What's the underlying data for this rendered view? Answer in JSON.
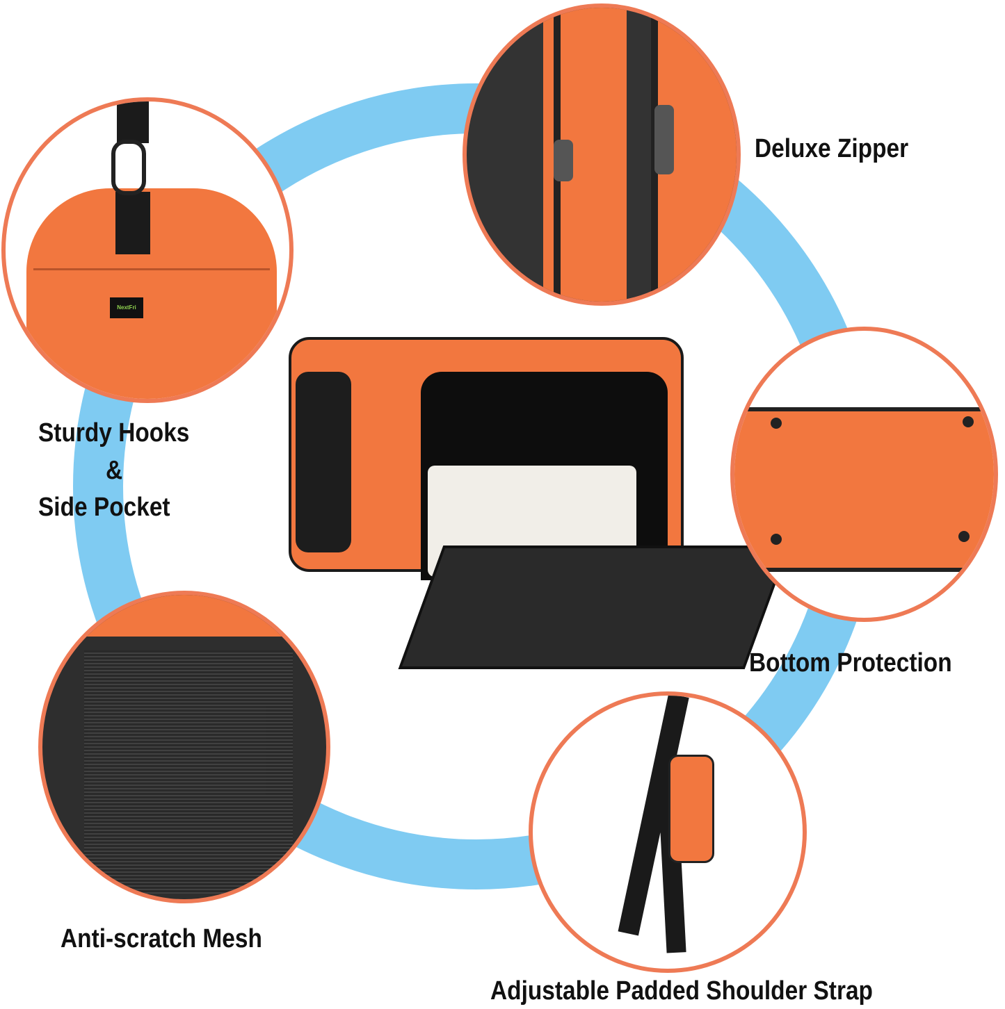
{
  "labels": {
    "zipper": "Deluxe Zipper",
    "hooks_line1": "Sturdy Hooks",
    "hooks_amp": "&",
    "hooks_line2": "Side Pocket",
    "bottom": "Bottom Protection",
    "mesh": "Anti-scratch Mesh",
    "strap": "Adjustable Padded Shoulder Strap"
  },
  "logo": "NextFri",
  "colors": {
    "ring": "#7fcbf2",
    "circle_border": "#ee7a55",
    "bag": "#f2773f",
    "mesh": "#2b2b2b"
  }
}
